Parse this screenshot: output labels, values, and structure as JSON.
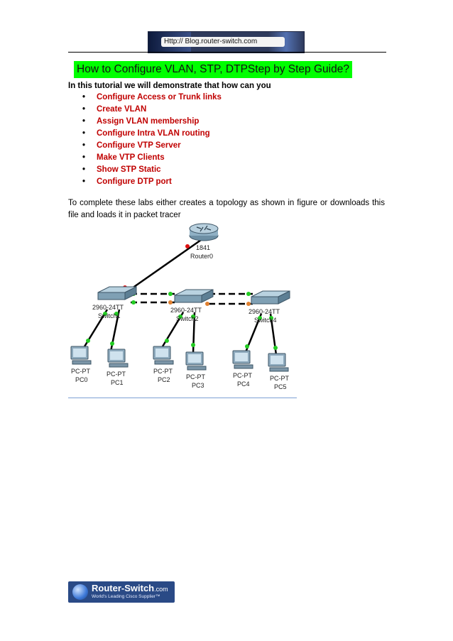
{
  "header": {
    "banner_text": "Http:// Blog.router-switch.com"
  },
  "title": "How to Configure VLAN, STP, DTPStep by Step Guide?",
  "intro": "In this tutorial we will demonstrate that how can you",
  "bullets": [
    "Configure Access or Trunk links",
    "Create VLAN",
    "Assign VLAN membership",
    "Configure Intra VLAN routing",
    "Configure VTP Server",
    "Make VTP Clients",
    "Show STP Static",
    "Configure DTP port"
  ],
  "paragraph": "To complete these labs either creates a topology as shown in figure or downloads this file and loads it in packet tracer",
  "topology": {
    "router": {
      "model": "1841",
      "name": "Router0"
    },
    "switches": [
      {
        "model": "2960-24TT",
        "name": "Switch1"
      },
      {
        "model": "2960-24TT",
        "name": "Switch2"
      },
      {
        "model": "2960-24TT",
        "name": "Switch4"
      }
    ],
    "pcs": [
      {
        "type": "PC-PT",
        "name": "PC0"
      },
      {
        "type": "PC-PT",
        "name": "PC1"
      },
      {
        "type": "PC-PT",
        "name": "PC2"
      },
      {
        "type": "PC-PT",
        "name": "PC3"
      },
      {
        "type": "PC-PT",
        "name": "PC4"
      },
      {
        "type": "PC-PT",
        "name": "PC5"
      }
    ],
    "colors": {
      "link_up": "#22cc22",
      "link_blocked": "#e08030",
      "link_down": "#dd1111"
    }
  },
  "footer": {
    "logo_name": "Router-Switch",
    "logo_suffix": ".com",
    "logo_tagline": "World's Leading Cisco Supplier™"
  }
}
